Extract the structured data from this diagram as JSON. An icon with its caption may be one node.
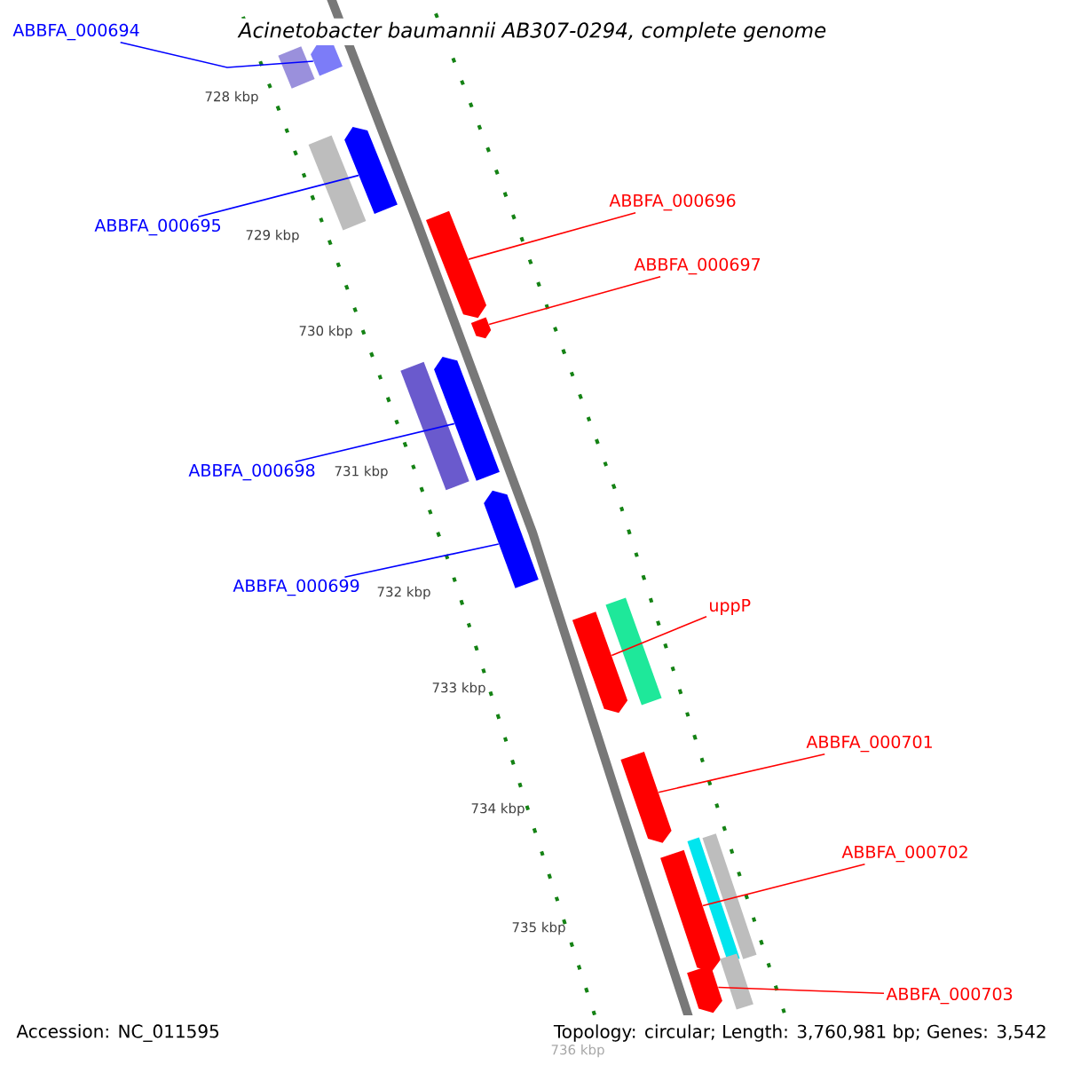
{
  "diagram": {
    "title": "Acinetobacter baumannii AB307-0294, complete genome",
    "nodes": [
      {
        "text": [
          "ABBFA_000694"
        ]
      },
      {
        "text": [],
        "shape": "bar"
      },
      {
        "text": [],
        "shape": "arrow"
      },
      {
        "text": [],
        "shape": "bar"
      },
      {
        "text": [],
        "shape": "arrow"
      },
      {
        "text": [
          "ABBFA_000695"
        ]
      },
      {
        "text": [
          "ABBFA_000696"
        ]
      },
      {
        "text": [],
        "shape": "arrow"
      },
      {
        "text": [
          "ABBFA_000697"
        ]
      },
      {
        "text": [],
        "shape": "arrow"
      },
      {
        "text": [],
        "shape": "bar"
      },
      {
        "text": [],
        "shape": "arrow"
      },
      {
        "text": [
          "ABBFA_000698"
        ]
      },
      {
        "text": [],
        "shape": "arrow"
      },
      {
        "text": [
          "ABBFA_000699"
        ]
      },
      {
        "text": [
          "uppP"
        ]
      },
      {
        "text": [],
        "shape": "arrow"
      },
      {
        "text": [],
        "shape": "bar"
      },
      {
        "text": [
          "ABBFA_000701"
        ]
      },
      {
        "text": [],
        "shape": "arrow"
      },
      {
        "text": [
          "ABBFA_000702"
        ]
      },
      {
        "text": [],
        "shape": "arrow"
      },
      {
        "text": [],
        "shape": "bar"
      },
      {
        "text": [],
        "shape": "bar"
      },
      {
        "text": [
          "ABBFA_000703"
        ]
      },
      {
        "text": [],
        "shape": "arrow"
      },
      {
        "text": [],
        "shape": "bar"
      }
    ],
    "edges": [
      {
        "from": 0,
        "to": 2,
        "arrow": "none",
        "color": "#0000ff"
      },
      {
        "from": 5,
        "to": 4,
        "arrow": "none",
        "color": "#0000ff"
      },
      {
        "from": 6,
        "to": 7,
        "arrow": "none"
      },
      {
        "from": 8,
        "to": 9,
        "arrow": "none"
      },
      {
        "from": 12,
        "to": 11,
        "arrow": "none",
        "color": "#0000ff"
      },
      {
        "from": 14,
        "to": 13,
        "arrow": "none",
        "color": "#0000ff"
      },
      {
        "from": 15,
        "to": 16,
        "arrow": "none"
      },
      {
        "from": 18,
        "to": 19,
        "arrow": "none"
      },
      {
        "from": 20,
        "to": 21,
        "arrow": "none"
      },
      {
        "from": 24,
        "to": 25,
        "arrow": "none"
      }
    ],
    "labels": [
      "728 kbp",
      "729 kbp",
      "730 kbp",
      "731 kbp",
      "732 kbp",
      "733 kbp",
      "734 kbp",
      "735 kbp",
      "736 kbp",
      "Accession: NC_011595",
      "Topology: circular; Length: 3,760,981 bp; Genes: 3,542"
    ]
  }
}
